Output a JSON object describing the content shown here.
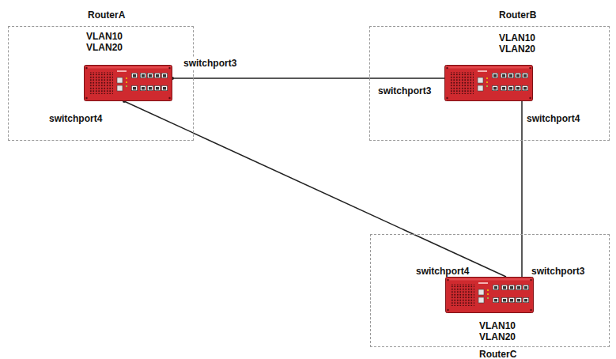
{
  "diagram": {
    "nodes": [
      {
        "text": [
          "RouterA",
          "VLAN10 VLAN20"
        ]
      },
      {
        "text": [
          "RouterB",
          "VLAN10 VLAN20"
        ]
      },
      {
        "text": [
          "RouterC",
          "VLAN10 VLAN20"
        ]
      }
    ],
    "edges": [
      {
        "from": 0,
        "to": 1,
        "arrow": "none"
      },
      {
        "from": 1,
        "to": 2,
        "arrow": "none"
      },
      {
        "from": 0,
        "to": 2,
        "arrow": "none"
      }
    ],
    "labels": [
      "switchport3",
      "switchport3",
      "switchport4",
      "switchport4",
      "switchport4",
      "switchport3"
    ]
  }
}
